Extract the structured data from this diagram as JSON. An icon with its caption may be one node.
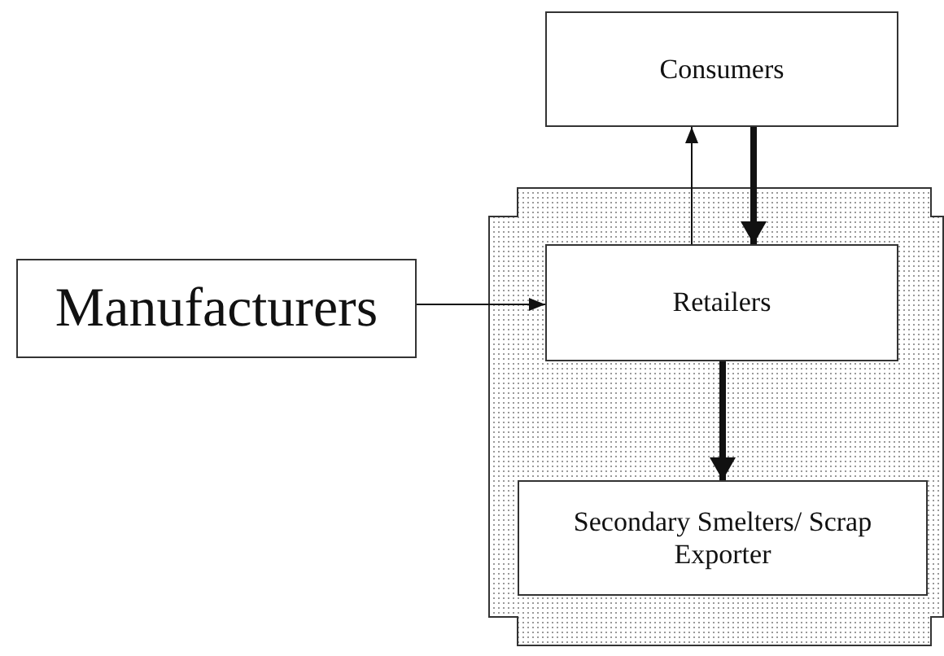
{
  "diagram": {
    "nodes": [
      {
        "text": [
          "Consumers"
        ]
      },
      {
        "text": [
          "Manufacturers"
        ]
      },
      {
        "text": [],
        "shape": "box"
      },
      {
        "text": [
          "Retailers"
        ],
        "in": 2
      },
      {
        "text": [
          "Secondary Smelters/ Scrap Exporter"
        ],
        "in": 2
      }
    ],
    "edges": [
      {
        "from": 1,
        "to": 3,
        "arrow": "to"
      },
      {
        "from": 3,
        "to": 0,
        "arrow": "to"
      },
      {
        "from": 0,
        "to": 3,
        "arrow": "to",
        "style": "thick"
      },
      {
        "from": 3,
        "to": 4,
        "arrow": "to",
        "style": "thick"
      }
    ]
  }
}
